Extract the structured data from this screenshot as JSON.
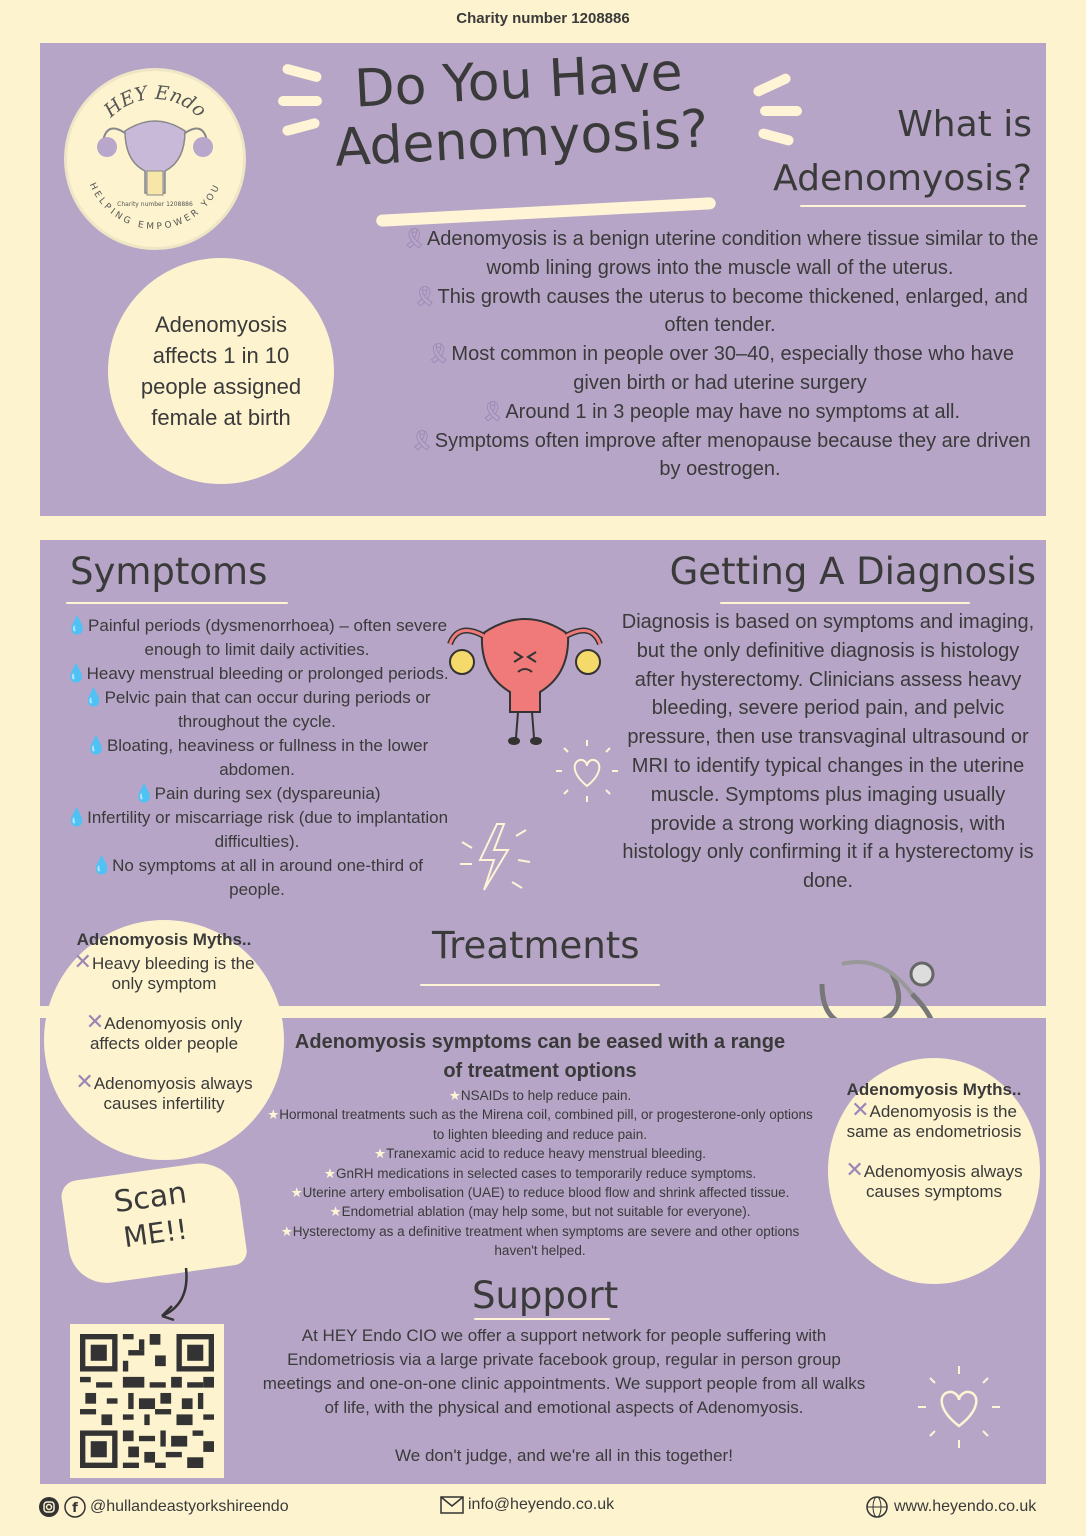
{
  "header": {
    "charity_number": "Charity number 1208886"
  },
  "logo": {
    "org_name": "HEY Endo",
    "tagline": "HELPING EMPOWER YOU",
    "charity_number": "Charity number 1208886"
  },
  "title": {
    "line1": "Do You Have",
    "line2": "Adenomyosis?"
  },
  "what_is": {
    "title_line1": "What is",
    "title_line2": "Adenomyosis?",
    "points": [
      "Adenomyosis is a benign uterine condition where tissue similar to the womb lining grows into the muscle wall of the uterus.",
      "This growth causes the uterus to become thickened, enlarged, and often tender.",
      "Most common in people over 30–40, especially those who have given birth or had uterine surgery",
      "Around 1 in 3 people may have no symptoms at all.",
      "Symptoms often improve after menopause because they are driven by oestrogen."
    ],
    "ribbon_icon": "awareness-ribbon-icon"
  },
  "stat_circle": {
    "text": "Adenomyosis affects 1 in 10 people assigned female at birth"
  },
  "symptoms": {
    "title": "Symptoms",
    "items": [
      "Painful periods (dysmenorrhoea) – often severe enough to limit daily activities.",
      "Heavy menstrual bleeding or prolonged periods.",
      "Pelvic pain that can occur during periods or throughout the cycle.",
      "Bloating, heaviness or fullness in the lower abdomen.",
      "Pain during sex (dyspareunia)",
      "Infertility or miscarriage risk (due to implantation difficulties).",
      "No symptoms at all in around one-third of people."
    ],
    "bullet_icon": "drop-icon"
  },
  "diagnosis": {
    "title": "Getting A Diagnosis",
    "text": "Diagnosis is based on symptoms and imaging, but the only definitive diagnosis is histology after hysterectomy. Clinicians assess heavy bleeding, severe period pain, and pelvic pressure, then use transvaginal ultrasound or MRI to identify typical changes in the uterine muscle. Symptoms plus imaging usually provide a strong working diagnosis, with histology only confirming it if a hysterectomy is done."
  },
  "treatments": {
    "title": "Treatments",
    "heading": "Adenomyosis symptoms can be eased with a range of treatment options",
    "items": [
      "NSAIDs to help reduce pain.",
      "Hormonal treatments such as the Mirena coil, combined pill, or progesterone-only options to lighten bleeding and reduce pain.",
      "Tranexamic acid to reduce heavy menstrual bleeding.",
      "GnRH medications in selected cases to temporarily reduce symptoms.",
      "Uterine artery embolisation (UAE) to reduce blood flow and shrink affected tissue.",
      "Endometrial ablation (may help some, but not suitable for everyone).",
      "Hysterectomy as a definitive treatment when symptoms are severe and other options haven't helped."
    ],
    "bullet_icon": "star-icon"
  },
  "myths_left": {
    "title": "Adenomyosis Myths..",
    "items": [
      "Heavy bleeding is the only symptom",
      "Adenomyosis only affects older people",
      "Adenomyosis always causes infertility"
    ]
  },
  "myths_right": {
    "title": "Adenomyosis Myths..",
    "items": [
      "Adenomyosis is the same as endometriosis",
      "Adenomyosis always causes symptoms"
    ]
  },
  "scan": {
    "line1": "Scan",
    "line2": "ME!!"
  },
  "support": {
    "title": "Support",
    "text": "At HEY Endo CIO we offer a support network for people suffering with Endometriosis via a large private facebook group, regular in person group meetings and one-on-one clinic appointments. We support people from all walks of life, with the physical and emotional aspects of Adenomyosis.",
    "closing": "We don't judge, and we're all in this together!"
  },
  "footer": {
    "social": "@hullandeastyorkshireendo",
    "email": "info@heyendo.co.uk",
    "website": "www.heyendo.co.uk",
    "social_icons": [
      "instagram-icon",
      "facebook-icon"
    ],
    "email_icon": "envelope-icon",
    "web_icon": "globe-icon"
  },
  "colors": {
    "background": "#fdf3cf",
    "panel": "#b6a5c6",
    "accent": "#9a86b6",
    "uterus": "#f07a7a"
  }
}
